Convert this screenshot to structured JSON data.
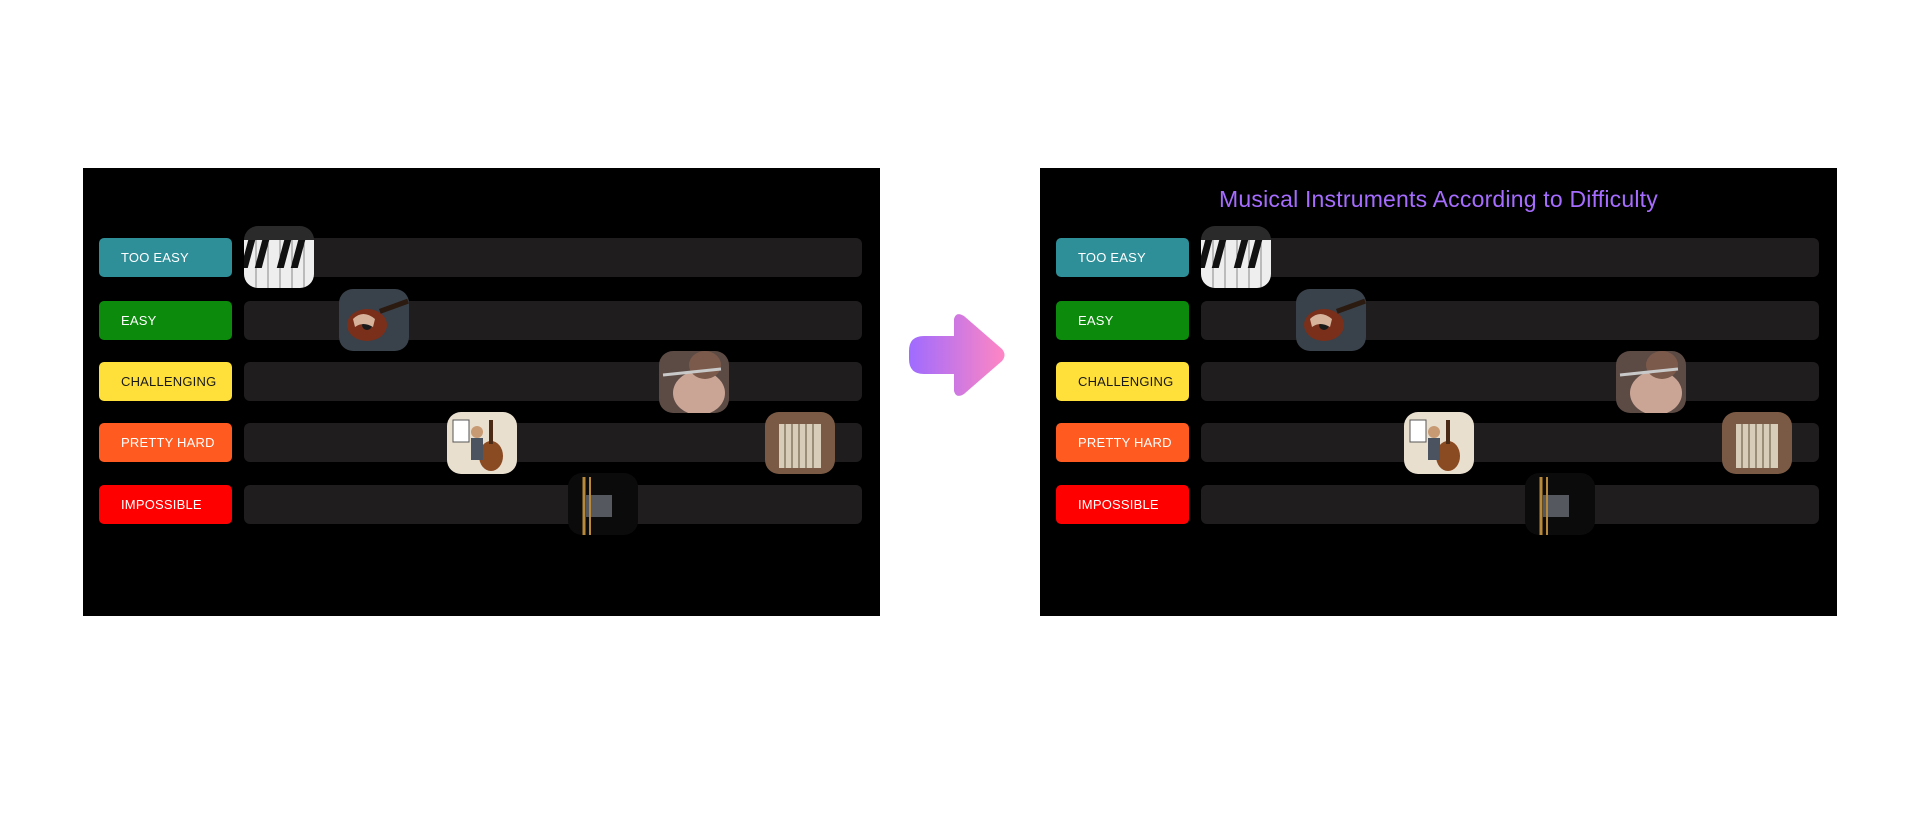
{
  "title": "Musical Instruments According to Difficulty",
  "tiers": [
    {
      "label": "TOO EASY",
      "color": "#2e8f99",
      "text_color": "#ffffff"
    },
    {
      "label": "EASY",
      "color": "#0b8a0b",
      "text_color": "#ffffff"
    },
    {
      "label": "CHALLENGING",
      "color": "#ffe03a",
      "text_color": "#1a1a1a"
    },
    {
      "label": "PRETTY HARD",
      "color": "#ff5a20",
      "text_color": "#ffffff"
    },
    {
      "label": "IMPOSSIBLE",
      "color": "#ff0000",
      "text_color": "#ffffff"
    }
  ],
  "instruments": [
    {
      "name": "piano-icon",
      "tier": "TOO EASY"
    },
    {
      "name": "guitar-icon",
      "tier": "EASY"
    },
    {
      "name": "flute-icon",
      "tier": "CHALLENGING"
    },
    {
      "name": "cello-icon",
      "tier": "PRETTY HARD"
    },
    {
      "name": "accordion-icon",
      "tier": "PRETTY HARD"
    },
    {
      "name": "trombone-icon",
      "tier": "IMPOSSIBLE"
    }
  ],
  "colors": {
    "title": "#a66cff",
    "arrow_start": "#9f6bff",
    "arrow_end": "#ff86c3",
    "track": "#1f1d1d",
    "slide_background": "#000000"
  }
}
